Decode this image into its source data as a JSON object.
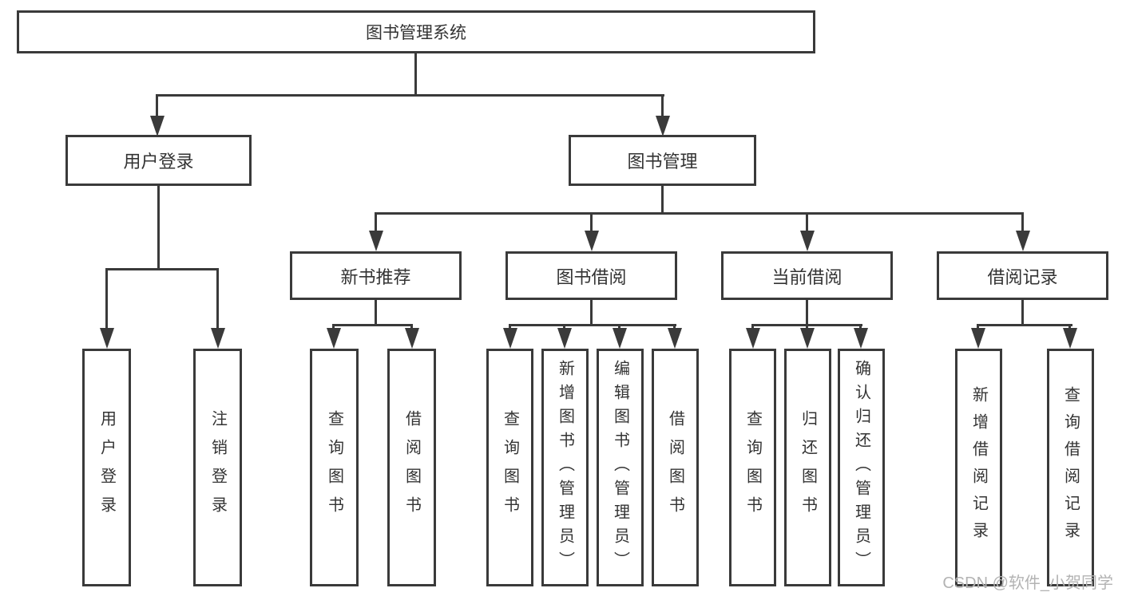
{
  "diagram": {
    "root": {
      "label": "图书管理系统"
    },
    "level2": [
      {
        "label": "用户登录"
      },
      {
        "label": "图书管理"
      }
    ],
    "level3": [
      {
        "label": "新书推荐"
      },
      {
        "label": "图书借阅"
      },
      {
        "label": "当前借阅"
      },
      {
        "label": "借阅记录"
      }
    ],
    "leaves": {
      "user_login": [
        {
          "label": "用户登录"
        },
        {
          "label": "注销登录"
        }
      ],
      "new_book": [
        {
          "label": "查询图书"
        },
        {
          "label": "借阅图书"
        }
      ],
      "book_borrow": [
        {
          "label": "查询图书"
        },
        {
          "label": "新增图书（管理员）"
        },
        {
          "label": "编辑图书（管理员）"
        },
        {
          "label": "借阅图书"
        }
      ],
      "current_borrow": [
        {
          "label": "查询图书"
        },
        {
          "label": "归还图书"
        },
        {
          "label": "确认归还（管理员）"
        }
      ],
      "borrow_record": [
        {
          "label": "新增借阅记录"
        },
        {
          "label": "查询借阅记录"
        }
      ]
    },
    "watermark": "CSDN @软件_小贺同学",
    "colors": {
      "line": "#3a3a3a",
      "text": "#333333",
      "watermark": "#b3b3b3",
      "background": "#ffffff"
    }
  }
}
